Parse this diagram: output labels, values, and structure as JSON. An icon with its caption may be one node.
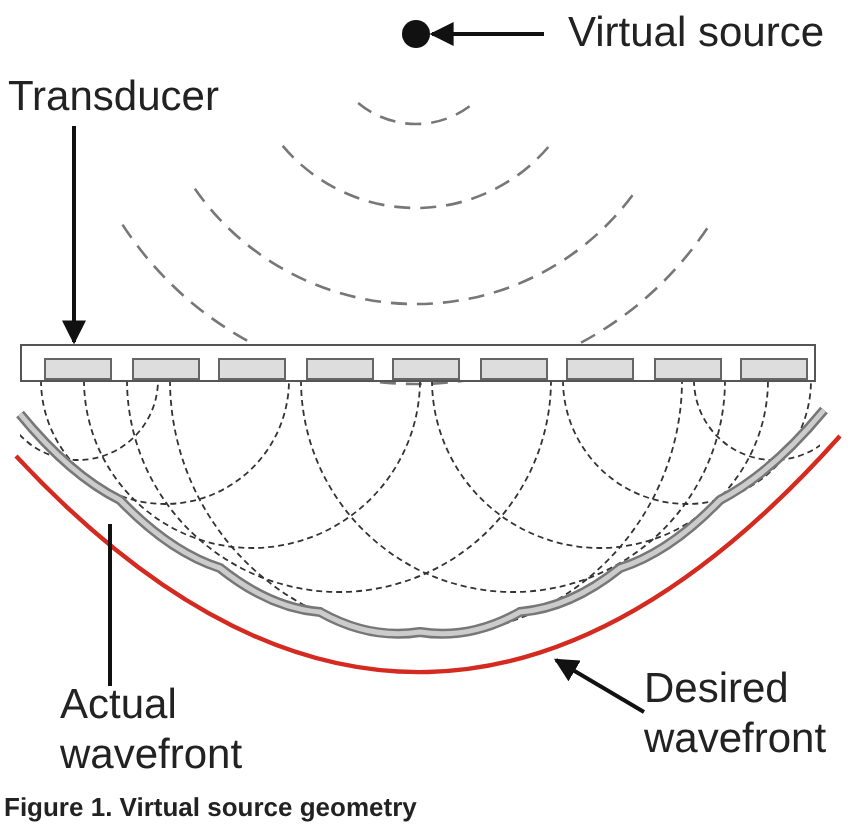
{
  "diagram": {
    "caption": "Figure 1. Virtual source geometry",
    "nodes": [
      {
        "text": [
          "Virtual source"
        ]
      },
      {
        "text": [],
        "shape": "circle"
      },
      {
        "text": [
          "Transducer"
        ]
      },
      {
        "text": [],
        "shape": "box"
      },
      {
        "text": [
          "Actual wavefront"
        ]
      },
      {
        "text": [],
        "shape": "arc"
      },
      {
        "text": [
          "Desired wavefront"
        ]
      },
      {
        "text": [],
        "shape": "arc"
      }
    ],
    "edges": [
      {
        "from": 0,
        "to": 1,
        "arrow": "to"
      },
      {
        "from": 2,
        "to": 3,
        "arrow": "to"
      },
      {
        "from": 4,
        "to": 5,
        "arrow": "none"
      },
      {
        "from": 6,
        "to": 7,
        "arrow": "to"
      }
    ]
  }
}
